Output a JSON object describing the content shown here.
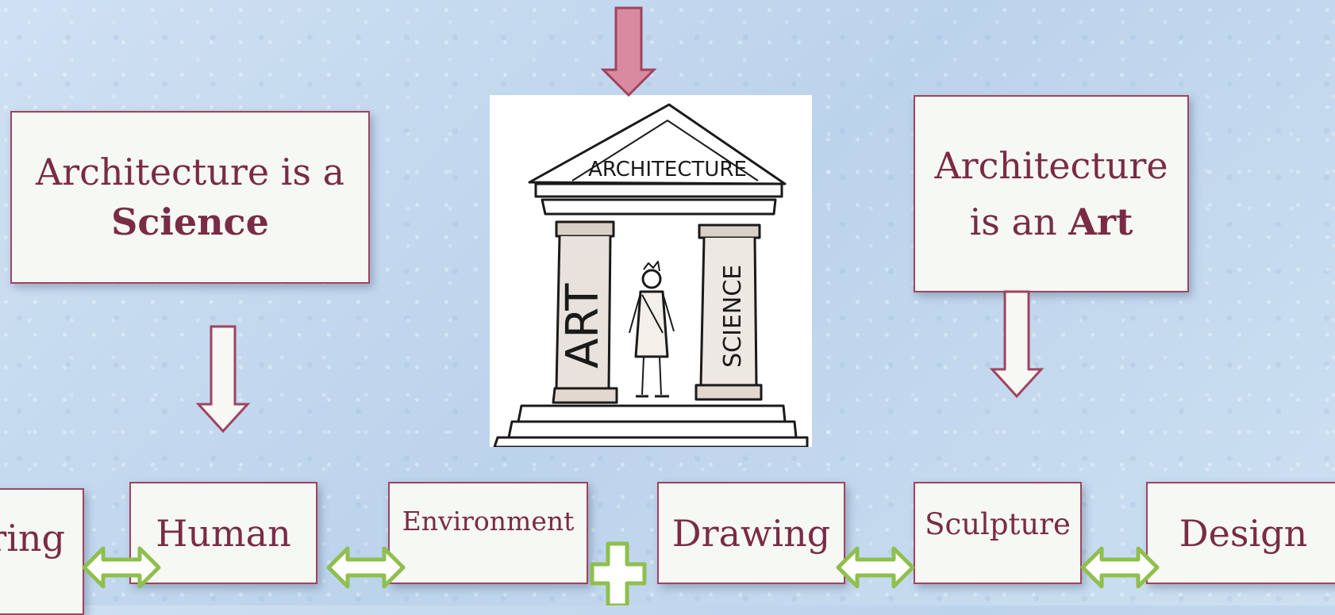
{
  "boxes": {
    "science": {
      "line1": "Architecture is a",
      "line2": "Science"
    },
    "art": {
      "line1": "Architecture",
      "line2_prefix": "is an ",
      "line2_bold": "Art"
    }
  },
  "bottom_row": {
    "engineering": "ring",
    "human": "Human",
    "environment": "Environment",
    "drawing": "Drawing",
    "sculpture": "Sculpture",
    "design": "Design"
  },
  "illustration": {
    "pediment_text": "ARCHITECTURE",
    "left_column_text": "ART",
    "right_column_text": "SCIENCE"
  },
  "colors": {
    "box_border": "#a0435f",
    "box_text": "#7a2b45",
    "box_fill": "#f5f8f3",
    "arrow_fill_top": "#d98a9e",
    "double_arrow": "#8fbf4e",
    "background": "#c9ddf0"
  }
}
